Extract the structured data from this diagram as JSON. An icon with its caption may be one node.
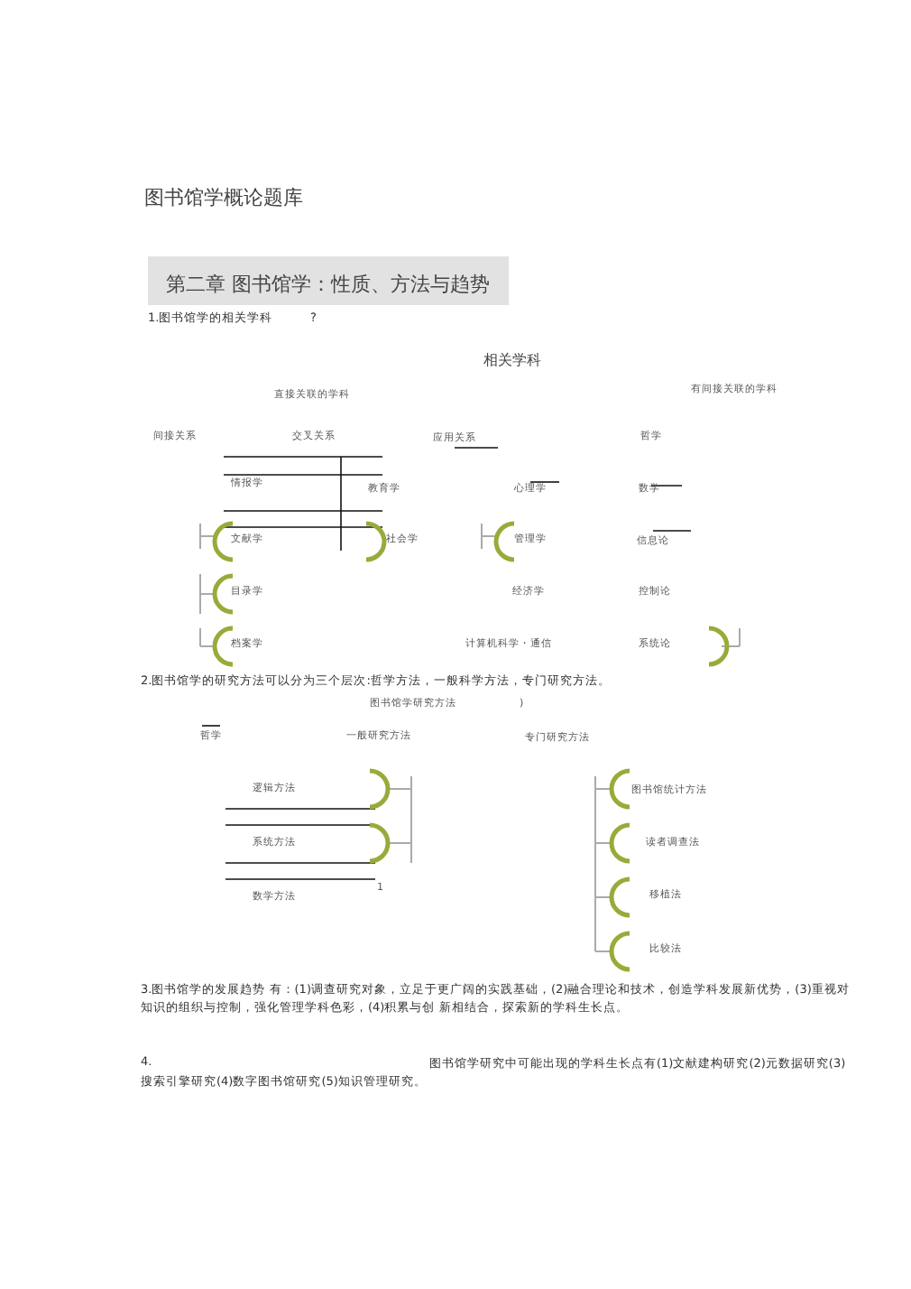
{
  "diagram": {
    "title": "图书馆学概论题库",
    "nodes": [
      {
        "text": [
          "第二章 图书馆学：性质、方法与趋势"
        ]
      }
    ],
    "labels": [
      "1.图书馆学的相关学科",
      "?",
      "相关学科",
      "直接关联的学科",
      "有间接关联的学科",
      "间接关系",
      "交叉关系",
      "应用关系",
      "哲学",
      "情报学",
      "教育学",
      "心理学",
      "数学",
      "文献学",
      "社会学",
      "管理学",
      "信息论",
      "目录学",
      "经济学",
      "控制论",
      "档案学",
      "计算机科学・通信",
      "系统论",
      "2.图书馆学的研究方法可以分为三个层次:哲学方法，一般科学方法，专门研究方法。",
      "图书馆学研究方法",
      ")",
      "哲学",
      "一般研究方法",
      "专门研究方法",
      "逻辑方法",
      "图书馆统计方法",
      "系统方法",
      "读者调查法",
      "1",
      "数学方法",
      "移植法",
      "比较法",
      "3.图书馆学的发展趋势 有：(1)调查研究对象，立足于更广阔的实践基础，(2)融合理论和技术，创造学科发展新优势，(3)重视对知识的组织与控制，强化管理学科色彩，(4)积累与创 新相结合，探索新的学科生长点。",
      "4.",
      "图书馆学研究中可能出现的学科生长点有(1)文献建构研究(2)元数据研究(3)搜索引擎研究(4)数字图书馆研究(5)知识管理研究。"
    ]
  }
}
